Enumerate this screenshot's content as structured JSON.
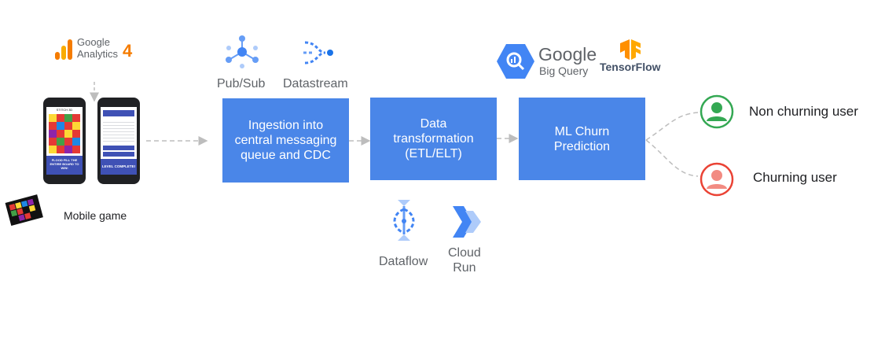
{
  "ga": {
    "brand": "Google",
    "product": "Analytics",
    "version": "4"
  },
  "mobile_game_label": "Mobile game",
  "phone_left": {
    "header": "STITCH 3D",
    "footer": "FLOOD FILL THE ENTIRE BOARD TO WIN!"
  },
  "phone_right": {
    "header": "LEVEL COMPLETE!"
  },
  "pubsub_label": "Pub/Sub",
  "datastream_label": "Datastream",
  "bigquery": {
    "brand": "Google",
    "product": "Big Query"
  },
  "tensorflow_label": "TensorFlow",
  "boxes": {
    "ingestion": "Ingestion into\ncentral messaging\nqueue and CDC",
    "transform": "Data\ntransformation\n(ETL/ELT)",
    "ml": "ML Churn\nPrediction"
  },
  "dataflow_label": "Dataflow",
  "cloudrun_label": "Cloud\nRun",
  "outcomes": {
    "non_churning": "Non churning user",
    "churning": "Churning user"
  },
  "colors": {
    "box": "#4a86e8",
    "gcp_blue": "#4285f4",
    "ga_orange": "#f57c00",
    "green": "#34a853",
    "red": "#ea4335",
    "tf_orange": "#ff8f00"
  }
}
